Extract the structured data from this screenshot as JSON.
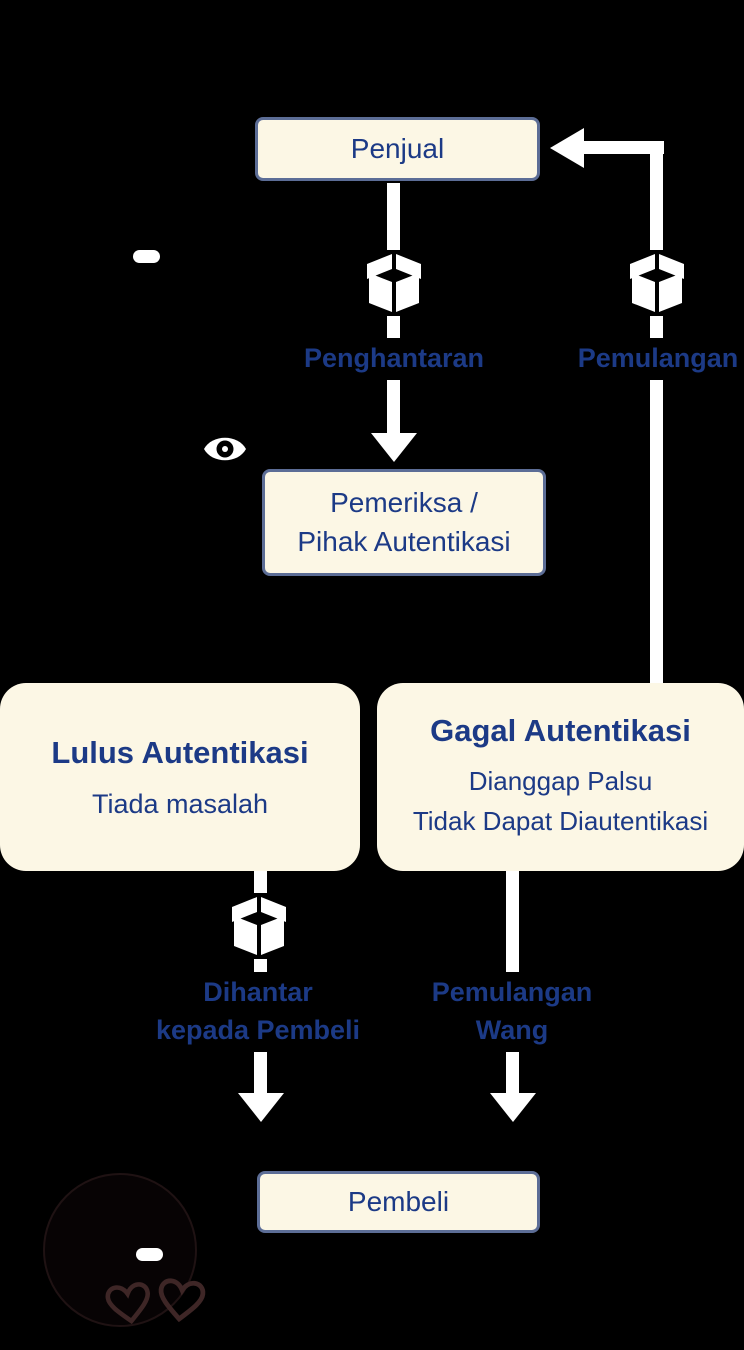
{
  "diagram": {
    "nodes": {
      "penjual": {
        "label": "Penjual"
      },
      "pemeriksa": {
        "line1": "Pemeriksa /",
        "line2": "Pihak Autentikasi"
      },
      "lulus": {
        "title": "Lulus Autentikasi",
        "subtitle": "Tiada masalah"
      },
      "gagal": {
        "title": "Gagal Autentikasi",
        "line1": "Dianggap Palsu",
        "line2": "Tidak Dapat Diautentikasi"
      },
      "pembeli": {
        "label": "Pembeli"
      }
    },
    "edges": {
      "penghantaran": {
        "label": "Penghantaran"
      },
      "pemulangan": {
        "label": "Pemulangan"
      },
      "dihantar": {
        "line1": "Dihantar",
        "line2": "kepada Pembeli"
      },
      "pemulangan_wang": {
        "line1": "Pemulangan",
        "line2": "Wang"
      }
    },
    "icons": {
      "package": "open-cardboard-box-icon",
      "eye": "inspection-eye-icon",
      "hearts": "heart-outline-icon"
    },
    "colors": {
      "background": "#000000",
      "box_fill": "#FCF7E5",
      "box_border": "#5C6D96",
      "text_blue": "#1C3A86",
      "arrow": "#FFFFFF",
      "heart_outline": "#3E2626"
    }
  }
}
